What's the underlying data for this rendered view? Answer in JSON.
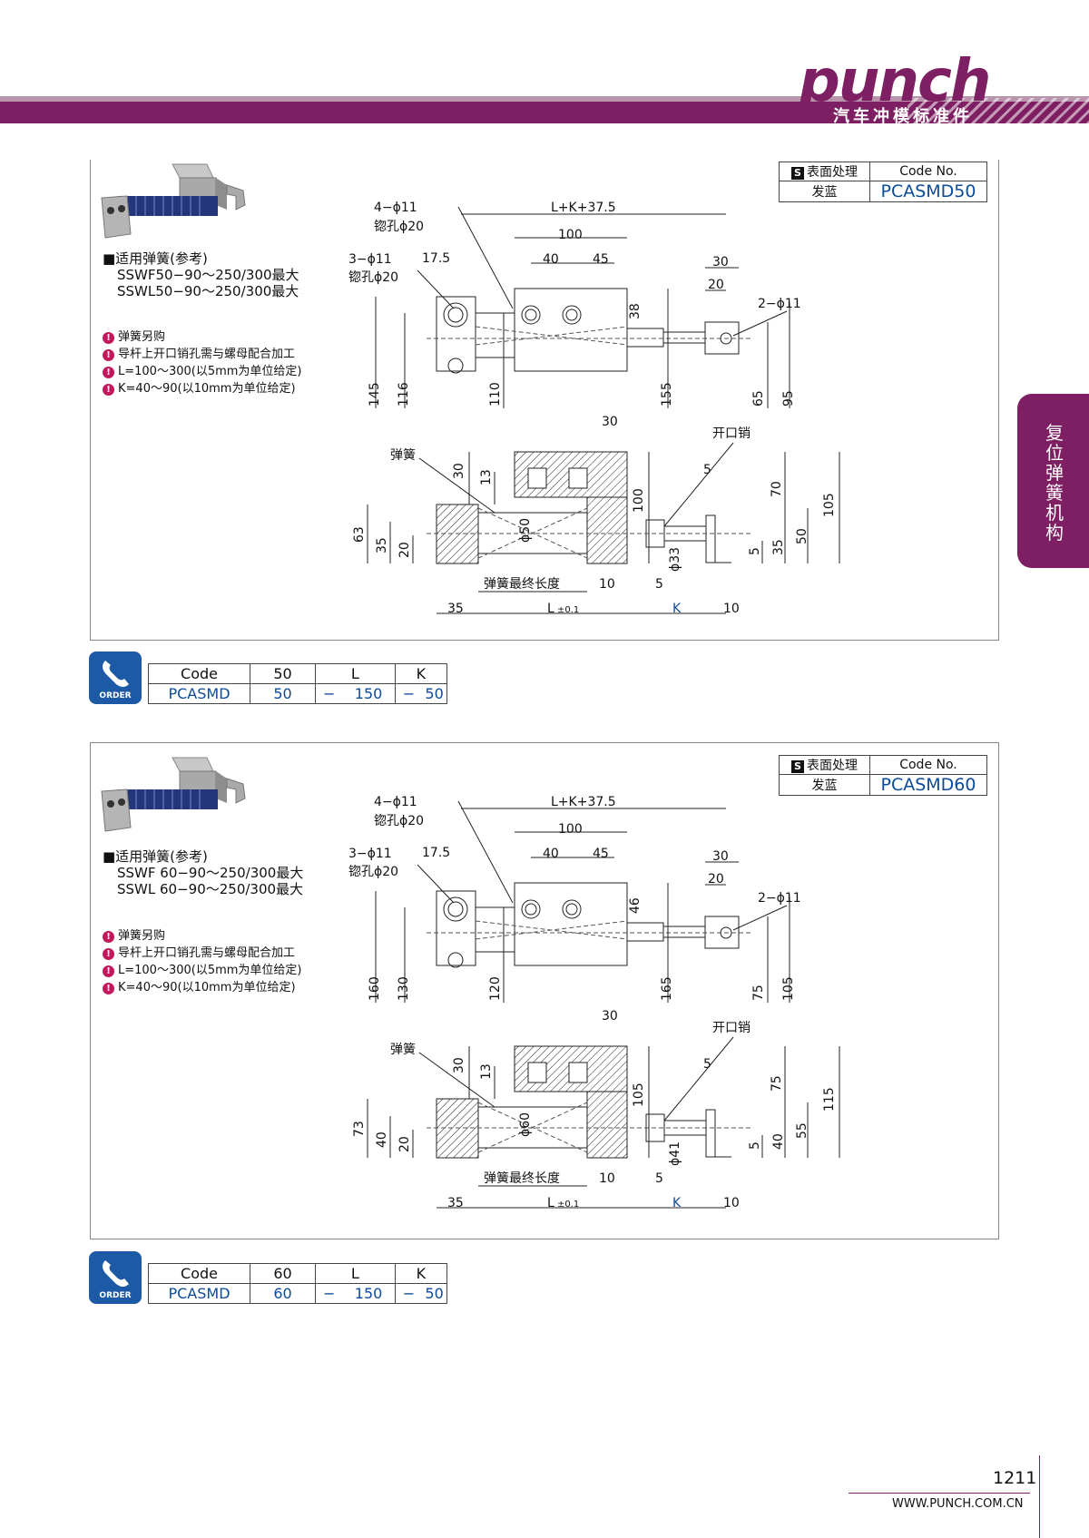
{
  "header": {
    "logo": "punch",
    "subtitle": "汽车冲模标准件"
  },
  "side_tab": "复位弹簧机构",
  "products": [
    {
      "surface_label": "表面处理",
      "surface_icon": "S",
      "code_no_label": "Code No.",
      "finish": "发蓝",
      "code_no": "PCASMD50",
      "spring_heading": "■适用弹簧(参考)",
      "spring_lines": [
        "SSWF50−90〜250/300最大",
        "SSWL50−90〜250/300最大"
      ],
      "notes": [
        "弹簧另购",
        "导杆上开口销孔需与螺母配合加工",
        "L=100〜300(以5mm为单位给定)",
        "K=40〜90(以10mm为单位给定)"
      ],
      "dims": {
        "holes4": "4−ϕ11",
        "cb4": "锪孔ϕ20",
        "overall": "L+K+37.5",
        "w100": "100",
        "holes3": "3−ϕ11",
        "cb3": "锪孔ϕ20",
        "d175": "17.5",
        "d40": "40",
        "d45": "45",
        "d30a": "30",
        "d20a": "20",
        "holes2": "2−ϕ11",
        "d38": "38",
        "v1": "145",
        "v2": "116",
        "v3": "110",
        "v4": "155",
        "v5": "65",
        "v6": "95",
        "d30b": "30",
        "pin": "开口销",
        "spring": "弹簧",
        "d30c": "30",
        "d13": "13",
        "d100": "100",
        "d5a": "5",
        "d70": "70",
        "d105": "105",
        "d63": "63",
        "d35a": "35",
        "d20b": "20",
        "phi_bore": "ϕ50",
        "phi_rod": "ϕ33",
        "d5b": "5",
        "d35b": "35",
        "d50": "50",
        "final_len": "弹簧最终长度",
        "d10a": "10",
        "d5c": "5",
        "b35": "35",
        "bL": "L",
        "btol": "±0.1",
        "bK": "K",
        "b10": "10"
      },
      "order": {
        "icon_label": "ORDER",
        "headers": [
          "Code",
          "50",
          "L",
          "K"
        ],
        "values": [
          "PCASMD",
          "50",
          "−",
          "150",
          "−",
          "50"
        ]
      }
    },
    {
      "surface_label": "表面处理",
      "surface_icon": "S",
      "code_no_label": "Code No.",
      "finish": "发蓝",
      "code_no": "PCASMD60",
      "spring_heading": "■适用弹簧(参考)",
      "spring_lines": [
        "SSWF 60−90〜250/300最大",
        "SSWL 60−90〜250/300最大"
      ],
      "notes": [
        "弹簧另购",
        "导杆上开口销孔需与螺母配合加工",
        "L=100〜300(以5mm为单位给定)",
        "K=40〜90(以10mm为单位给定)"
      ],
      "dims": {
        "holes4": "4−ϕ11",
        "cb4": "锪孔ϕ20",
        "overall": "L+K+37.5",
        "w100": "100",
        "holes3": "3−ϕ11",
        "cb3": "锪孔ϕ20",
        "d175": "17.5",
        "d40": "40",
        "d45": "45",
        "d30a": "30",
        "d20a": "20",
        "holes2": "2−ϕ11",
        "d38": "46",
        "v1": "160",
        "v2": "130",
        "v3": "120",
        "v4": "165",
        "v5": "75",
        "v6": "105",
        "d30b": "30",
        "pin": "开口销",
        "spring": "弹簧",
        "d30c": "30",
        "d13": "13",
        "d100": "105",
        "d5a": "5",
        "d70": "75",
        "d105": "115",
        "d63": "73",
        "d35a": "40",
        "d20b": "20",
        "phi_bore": "ϕ60",
        "phi_rod": "ϕ41",
        "d5b": "5",
        "d35b": "40",
        "d50": "55",
        "final_len": "弹簧最终长度",
        "d10a": "10",
        "d5c": "5",
        "b35": "35",
        "bL": "L",
        "btol": "±0.1",
        "bK": "K",
        "b10": "10"
      },
      "order": {
        "icon_label": "ORDER",
        "headers": [
          "Code",
          "60",
          "L",
          "K"
        ],
        "values": [
          "PCASMD",
          "60",
          "−",
          "150",
          "−",
          "50"
        ]
      }
    }
  ],
  "footer": {
    "page": "1211",
    "url": "WWW.PUNCH.COM.CN"
  },
  "colors": {
    "brand": "#7d1f62",
    "code_blue": "#0b4b9a",
    "order_blue": "#1d5aa6",
    "note_pink": "#c2185b"
  }
}
